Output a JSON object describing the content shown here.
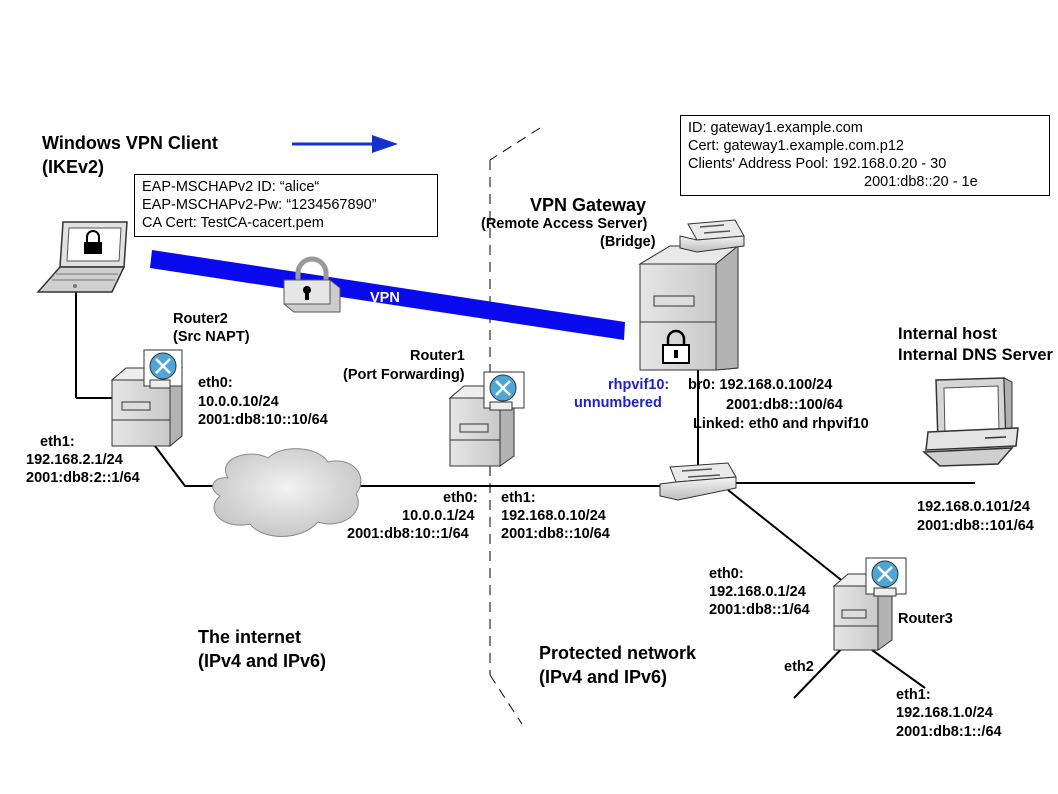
{
  "client": {
    "title_line1": "Windows VPN Client",
    "title_line2": "(IKEv2)",
    "creds": [
      "EAP-MSCHAPv2 ID: “alice“",
      "EAP-MSCHAPv2-Pw: “1234567890”",
      "CA Cert: TestCA-cacert.pem"
    ]
  },
  "gateway_info": {
    "lines": [
      "ID: gateway1.example.com",
      "Cert: gateway1.example.com.p12",
      "Clients' Address Pool: 192.168.0.20 - 30",
      "2001:db8::20 - 1e"
    ]
  },
  "vpn_gateway": {
    "title": "VPN Gateway",
    "role": "(Remote Access Server)",
    "mode": "(Bridge)",
    "rhpvif": [
      "rhpvif10:",
      "unnumbered"
    ],
    "br0": [
      "br0: 192.168.0.100/24",
      "2001:db8::100/64",
      "Linked: eth0 and rhpvif10"
    ]
  },
  "tunnel_label": "VPN",
  "router2": {
    "name": [
      "Router2",
      "(Src NAPT)"
    ],
    "eth0": [
      "eth0:",
      "10.0.0.10/24",
      "2001:db8:10::10/64"
    ],
    "eth1": [
      "eth1:",
      "192.168.2.1/24",
      "2001:db8:2::1/64"
    ]
  },
  "router1": {
    "name": [
      "Router1",
      "(Port Forwarding)"
    ],
    "eth0": [
      "eth0:",
      "10.0.0.1/24",
      "2001:db8:10::1/64"
    ],
    "eth1": [
      "eth1:",
      "192.168.0.10/24",
      "2001:db8::10/64"
    ]
  },
  "internal_host": {
    "name": [
      "Internal host",
      "Internal DNS Server"
    ],
    "addr": [
      "192.168.0.101/24",
      "2001:db8::101/64"
    ]
  },
  "router3": {
    "name": "Router3",
    "eth0": [
      "eth0:",
      "192.168.0.1/24",
      "2001:db8::1/64"
    ],
    "eth2": "eth2",
    "eth1": [
      "eth1:",
      "192.168.1.0/24",
      "2001:db8:1::/64"
    ]
  },
  "zones": {
    "internet": [
      "The internet",
      "(IPv4 and IPv6)"
    ],
    "protected": [
      "Protected network",
      "(IPv4 and IPv6)"
    ]
  },
  "colors": {
    "tunnel": "#0a0aee",
    "arrow": "#1630d0",
    "interface_blue": "#1f1fc8",
    "device_gray": "#d9d9d9",
    "router_badge": "#4ea6d8"
  },
  "icons": [
    "laptop-icon",
    "padlock-icon",
    "server-icon",
    "router-icon",
    "switch-icon",
    "cloud-icon",
    "desktop-icon",
    "arrow-icon"
  ]
}
